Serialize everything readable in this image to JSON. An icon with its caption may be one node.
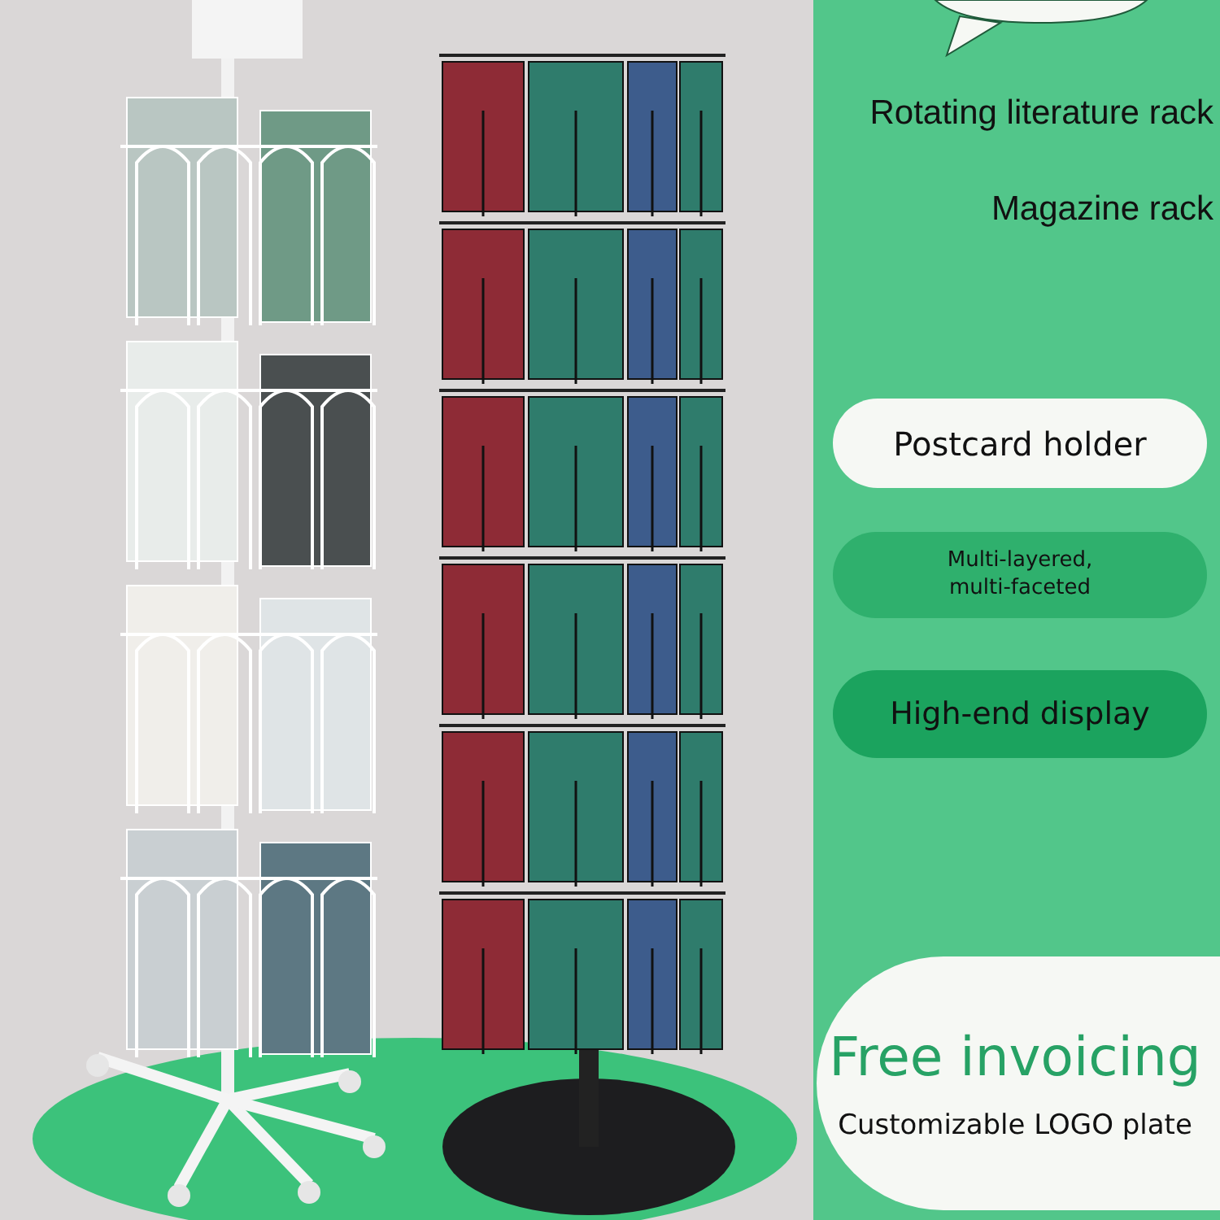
{
  "diagram": {
    "nodes": [
      {
        "text": [
          "Postcard holder"
        ]
      },
      {
        "text": [
          "Multi-layered, multi-faceted"
        ]
      },
      {
        "text": [
          "High-end display"
        ]
      },
      {
        "text": [
          "Free invoicing",
          "Customizable LOGO plate"
        ]
      }
    ],
    "labels": [
      "Rotating literature rack",
      "Magazine rack"
    ]
  }
}
